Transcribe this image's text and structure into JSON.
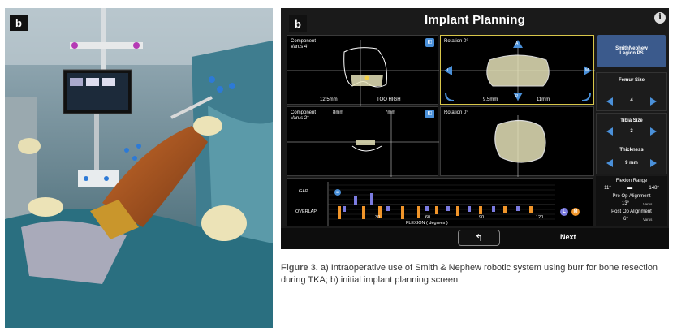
{
  "left_panel": {
    "badge": "b"
  },
  "screen": {
    "badge": "b",
    "title": "Implant Planning",
    "info_icon": "i",
    "views": {
      "top_left": {
        "label_line1": "Component",
        "label_line2": "Varus 4°",
        "meas_left": "12.5mm",
        "meas_right": "TOO HIGH"
      },
      "top_middle": {
        "label": "Rotation 0°",
        "meas_left": "9.5mm",
        "meas_right": "11mm",
        "marker_top": "A",
        "marker_bottom": "P",
        "marker_left": "L",
        "marker_right": "M"
      },
      "bottom_left": {
        "label_line1": "Component",
        "label_line2": "Varus 2°",
        "meas_left": "8mm",
        "meas_right": "7mm"
      },
      "bottom_middle": {
        "label": "Rotation 0°"
      }
    },
    "sidebar": {
      "implant_line1": "SmithNephew",
      "implant_line2": "Legion PS",
      "femur_label": "Femur Size",
      "femur_value": "4",
      "tibia_label": "Tibia Size",
      "tibia_value": "3",
      "thickness_label": "Thickness",
      "thickness_value": "9 mm",
      "flexion_label": "Flexion Range",
      "flexion_min": "11°",
      "flexion_max": "148°",
      "preop_label": "Pre Op Alignment",
      "preop_value": "13°",
      "preop_unit": "Varus",
      "postop_label": "Post Op Alignment",
      "postop_value": "6°",
      "postop_unit": "Varus"
    },
    "gap_chart": {
      "gap_label": "GAP",
      "overlap_label": "OVERLAP",
      "axis_title": "FLEXION ( degrees )",
      "ticks": [
        "30",
        "60",
        "90",
        "120"
      ],
      "legend_l": "L",
      "legend_m": "M",
      "colors": {
        "lateral": "#7b7be0",
        "medial": "#f0952a",
        "label": "#4a90d9"
      }
    },
    "footer": {
      "back_glyph": "↰",
      "next_label": "Next"
    }
  },
  "caption": {
    "label": "Figure 3.",
    "text": " a) Intraoperative use of Smith & Nephew robotic system using burr for bone resection during TKA; b) initial implant planning screen"
  }
}
